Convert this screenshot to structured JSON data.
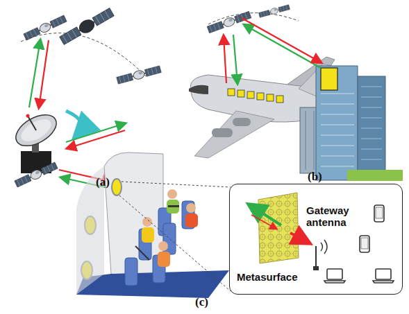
{
  "diagram": {
    "nodes": [
      {
        "text": [
          "Metasurface",
          "Gateway antenna"
        ]
      }
    ],
    "labels": [
      "(a)",
      "(b)",
      "(c)"
    ]
  }
}
